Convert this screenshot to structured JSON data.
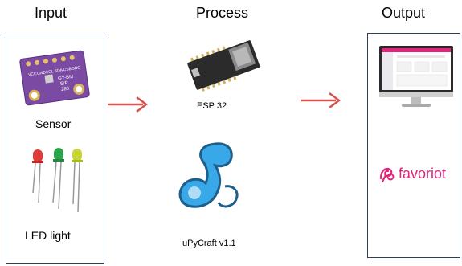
{
  "headings": {
    "input": "Input",
    "process": "Process",
    "output": "Output"
  },
  "input": {
    "sensor_label": "Sensor",
    "sensor_pins": [
      "VCC",
      "GND",
      "SCL",
      "SDA",
      "CSB",
      "SDO"
    ],
    "sensor_board_text": [
      "GY-BM",
      "E/P",
      "280"
    ],
    "led_label": "LED light"
  },
  "process": {
    "board_label": "ESP 32",
    "software_label": "uPyCraft v1.1"
  },
  "output": {
    "brand_name": "favoriot"
  },
  "colors": {
    "arrow": "#d9534f",
    "box_border": "#2a3f5c",
    "sensor_board": "#7b4aa3",
    "favoriot": "#e0267a",
    "logo_blue": "#38a8e8"
  }
}
